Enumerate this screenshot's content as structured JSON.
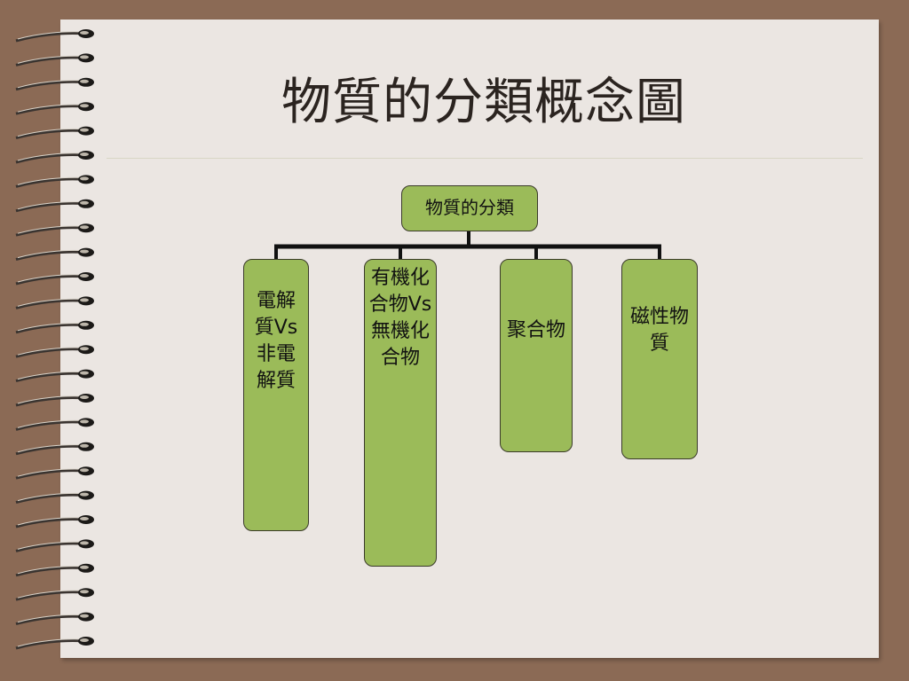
{
  "slide": {
    "title": "物質的分類概念圖"
  },
  "diagram": {
    "root": "物質的分類",
    "children": [
      "電解質Vs非電解質",
      "有機化合物Vs無機化合物",
      "聚合物",
      "磁性物質"
    ]
  },
  "colors": {
    "background": "#8b6a55",
    "sheet": "#ebe6e2",
    "box_fill": "#9bbb59",
    "connector": "#111111"
  }
}
